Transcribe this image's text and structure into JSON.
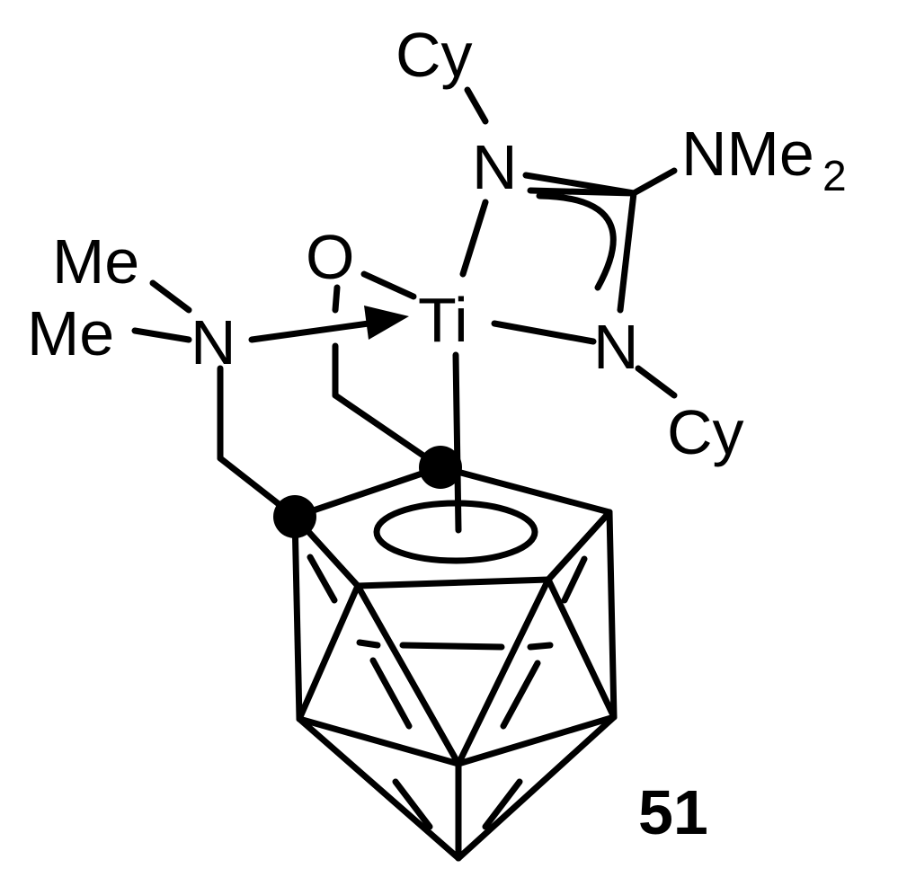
{
  "molecule": {
    "compound_number": "51",
    "metal": "Ti",
    "oxygen": "O",
    "amine_nitrogen": "N",
    "methyl_top": "Me",
    "methyl_bottom": "Me",
    "amidinate_n_top": "N",
    "amidinate_n_bottom": "N",
    "cyclohexyl_top": "Cy",
    "cyclohexyl_bottom": "Cy",
    "dimethylamino": "NMe",
    "dimethylamino_subscript": "2"
  },
  "colors": {
    "ink": "#000000",
    "background": "#ffffff"
  }
}
